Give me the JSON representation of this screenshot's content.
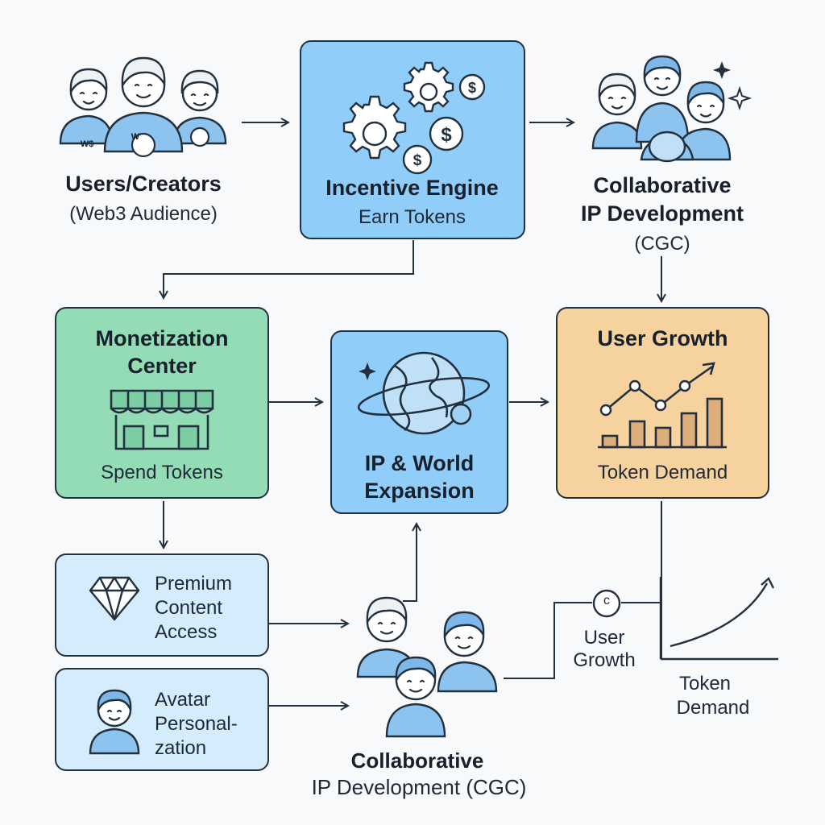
{
  "nodes": {
    "users": {
      "title": "Users/Creators",
      "subtitle": "(Web3 Audience)",
      "badge_left": "W$",
      "badge_right": "W"
    },
    "incentive": {
      "title": "Incentive Engine",
      "subtitle": "Earn Tokens"
    },
    "cgc_top": {
      "title_line1": "Collaborative",
      "title_line2": "IP Development",
      "subtitle": "(CGC)"
    },
    "monetization": {
      "title_line1": "Monetization",
      "title_line2": "Center",
      "subtitle": "Spend Tokens"
    },
    "ip_world": {
      "title_line1": "IP & World",
      "title_line2": "Expansion"
    },
    "user_growth": {
      "title": "User Growth",
      "subtitle": "Token Demand"
    },
    "premium": {
      "line1": "Premium",
      "line2": "Content",
      "line3": "Access"
    },
    "avatar": {
      "line1": "Avatar",
      "line2": "Personal-",
      "line3": "zation"
    },
    "cgc_bottom": {
      "title_line1": "Collaborative",
      "title_line2": "IP Development (CGC)"
    },
    "growth_node": {
      "badge": "c",
      "line1": "User",
      "line2": "Growth"
    },
    "demand_curve": {
      "line1": "Token",
      "line2": "Demand"
    }
  },
  "colors": {
    "blue": "#90cdf8",
    "green": "#93dcb6",
    "orange": "#f6d29f",
    "light_blue": "#d4ecfb",
    "stroke": "#23313f"
  },
  "icons": [
    "users-group-icon",
    "gears-coins-icon",
    "team-sparkle-icon",
    "storefront-icon",
    "planet-icon",
    "growth-chart-icon",
    "diamond-icon",
    "avatar-icon",
    "collaborators-icon",
    "demand-curve-icon"
  ]
}
